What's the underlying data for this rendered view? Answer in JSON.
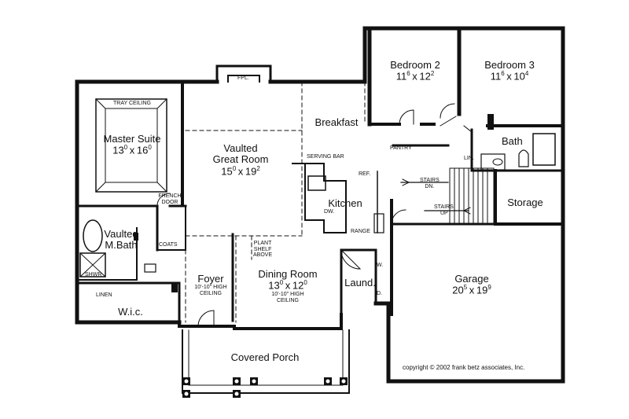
{
  "rooms": {
    "master": {
      "name": "Master Suite",
      "w": "13",
      "w_sup": "0",
      "h": "16",
      "h_sup": "0",
      "ceiling": "TRAY CEILING"
    },
    "great": {
      "name1": "Vaulted",
      "name2": "Great Room",
      "w": "15",
      "w_sup": "0",
      "h": "19",
      "h_sup": "2"
    },
    "breakfast": {
      "name": "Breakfast"
    },
    "bed2": {
      "name": "Bedroom 2",
      "w": "11",
      "w_sup": "6",
      "h": "12",
      "h_sup": "2"
    },
    "bed3": {
      "name": "Bedroom 3",
      "w": "11",
      "w_sup": "6",
      "h": "10",
      "h_sup": "4"
    },
    "bath": {
      "name": "Bath"
    },
    "kitchen": {
      "name": "Kitchen"
    },
    "storage": {
      "name": "Storage"
    },
    "mbath": {
      "name1": "Vaulted",
      "name2": "M.Bath"
    },
    "wic": {
      "name": "W.i.c."
    },
    "foyer": {
      "name": "Foyer",
      "ceiling1": "10'-10\" HIGH",
      "ceiling2": "CEILING"
    },
    "dining": {
      "name": "Dining Room",
      "w": "13",
      "w_sup": "0",
      "h": "12",
      "h_sup": "0",
      "ceiling1": "10'-10\" HIGH",
      "ceiling2": "CEILING"
    },
    "laund": {
      "name": "Laund."
    },
    "garage": {
      "name": "Garage",
      "w": "20",
      "w_sup": "5",
      "h": "19",
      "h_sup": "9"
    },
    "porch": {
      "name": "Covered Porch"
    }
  },
  "labels": {
    "fpl": "FPL.",
    "serving_bar": "SERVING BAR",
    "pantry": "PANTRY",
    "lin": "LIN.",
    "stairs_dn": "STAIRS",
    "dn": "DN.",
    "stairs_up": "STAIRS",
    "up": "UP",
    "ref": "REF.",
    "dw": "DW.",
    "range": "RANGE",
    "french1": "FRENCH",
    "french2": "DOOR",
    "coats": "COATS",
    "shwr": "SHWR",
    "linen": "LINEN",
    "plant1": "PLANT",
    "plant2": "SHELF",
    "plant3": "ABOVE",
    "w": "W.",
    "d": "D."
  },
  "copyright": "copyright © 2002 frank betz associates, Inc."
}
